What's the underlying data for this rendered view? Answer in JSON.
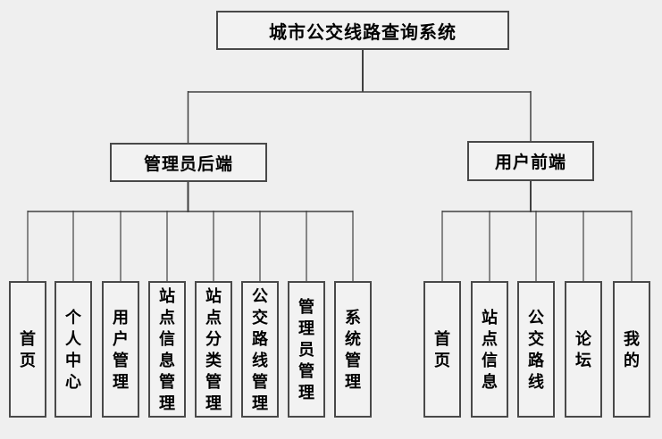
{
  "diagram": {
    "title": "城市公交线路查询系统",
    "root": {
      "label": "城市公交线路查询系统"
    },
    "branches": [
      {
        "label": "管理员后端",
        "children": [
          "首页",
          "个人中心",
          "用户管理",
          "站点信息管理",
          "站点分类管理",
          "公交路线管理",
          "管理员管理",
          "系统管理"
        ]
      },
      {
        "label": "用户前端",
        "children": [
          "首页",
          "站点信息",
          "公交路线",
          "论坛",
          "我的"
        ]
      }
    ],
    "colors": {
      "background": "#efefef",
      "box_fill": "#f2f2f2",
      "box_border": "#494949",
      "connector_line": "#404040",
      "text": "#000000"
    }
  }
}
